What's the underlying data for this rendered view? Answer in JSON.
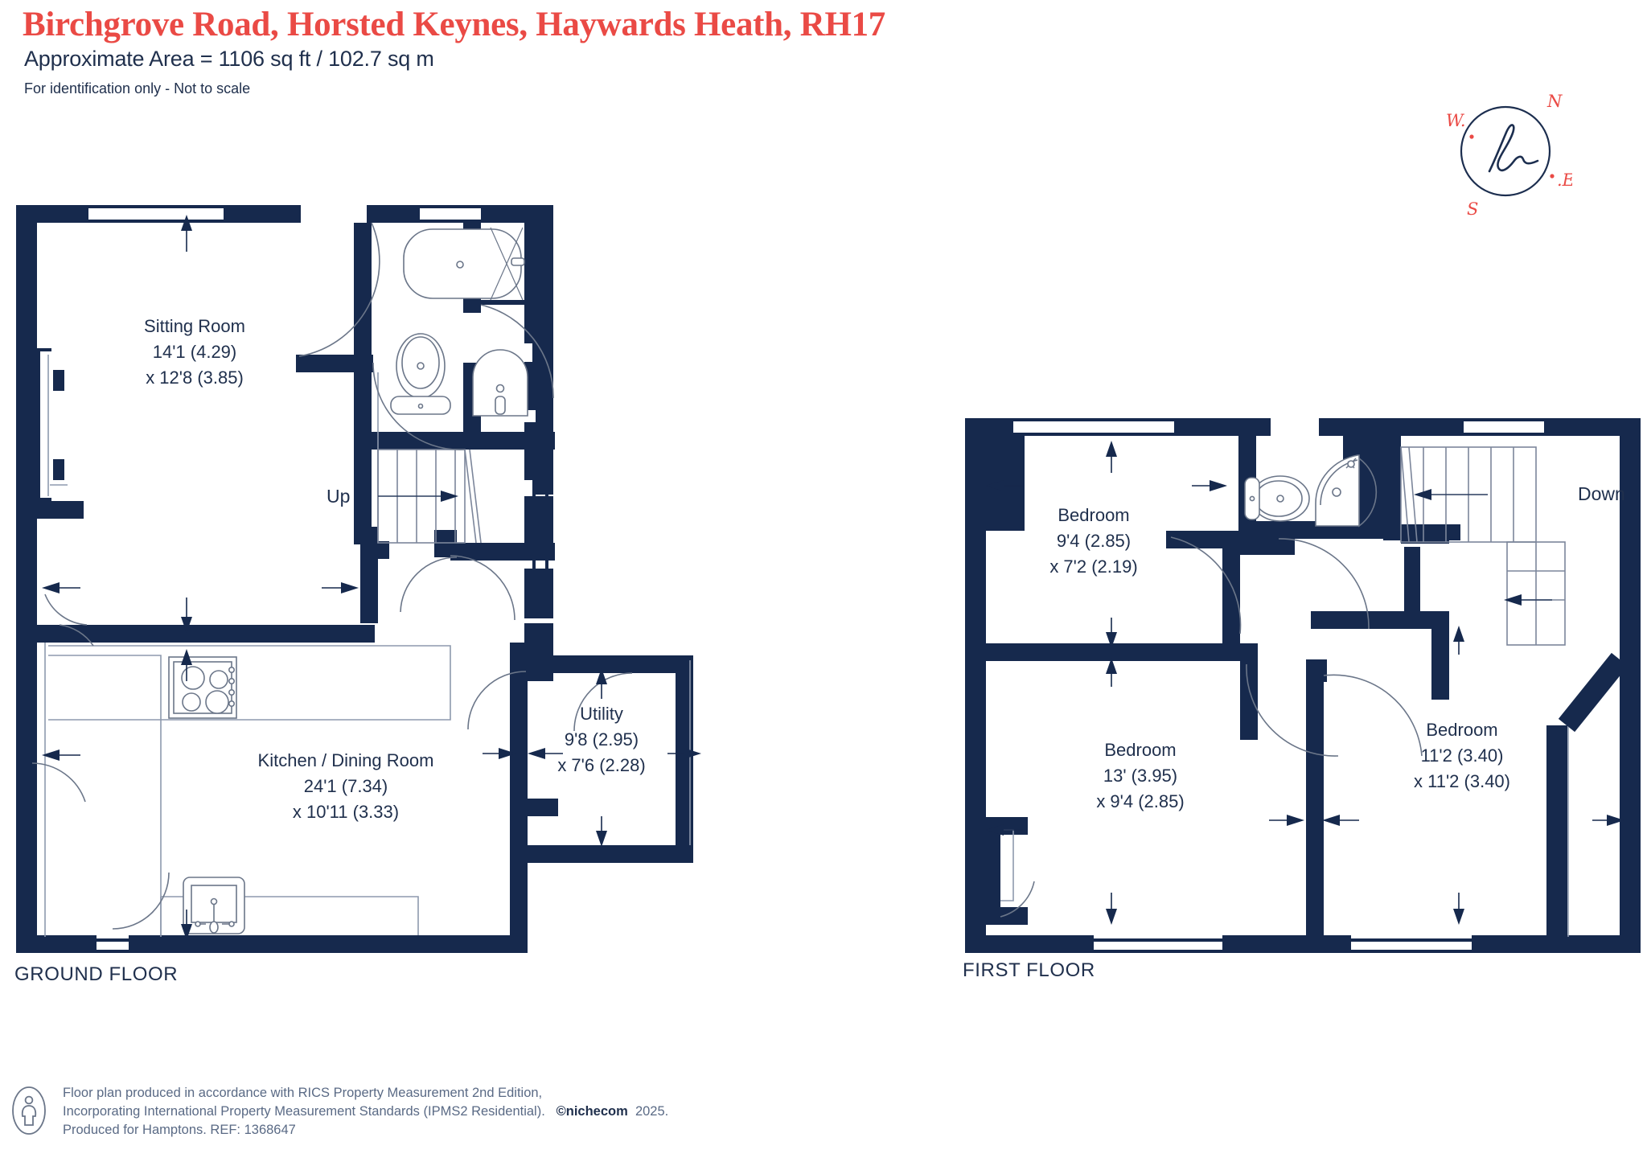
{
  "header": {
    "title": "Birchgrove Road, Horsted Keynes, Haywards Heath, RH17",
    "area": "Approximate Area = 1106 sq ft / 102.7 sq m",
    "disclaimer": "For identification only - Not to scale",
    "title_color": "#ea4a45",
    "ink_color": "#1c2e4f"
  },
  "compass": {
    "north": "N",
    "east": ".E",
    "south": "S",
    "west": "W.",
    "logo": "h"
  },
  "floors": [
    {
      "id": "ground",
      "label": "GROUND FLOOR",
      "rooms": [
        {
          "name": "Sitting Room",
          "dim1": "14'1 (4.29)",
          "dim2": "x 12'8 (3.85)"
        },
        {
          "name": "Kitchen / Dining Room",
          "dim1": "24'1 (7.34)",
          "dim2": "x 10'11 (3.33)"
        },
        {
          "name": "Utility",
          "dim1": "9'8 (2.95)",
          "dim2": "x 7'6 (2.28)"
        }
      ],
      "stair_label": "Up",
      "fixtures": [
        "bath",
        "wc",
        "basin",
        "hob",
        "sink"
      ]
    },
    {
      "id": "first",
      "label": "FIRST FLOOR",
      "rooms": [
        {
          "name": "Bedroom",
          "dim1": "9'4 (2.85)",
          "dim2": "x 7'2 (2.19)"
        },
        {
          "name": "Bedroom",
          "dim1": "13' (3.95)",
          "dim2": "x 9'4 (2.85)"
        },
        {
          "name": "Bedroom",
          "dim1": "11'2 (3.40)",
          "dim2": "x 11'2 (3.40)"
        }
      ],
      "stair_label": "Down",
      "fixtures": [
        "wc",
        "basin"
      ]
    }
  ],
  "footer": {
    "line1": "Floor plan produced in accordance with RICS Property Measurement 2nd Edition,",
    "line2a": "Incorporating International Property Measurement Standards (IPMS2 Residential).",
    "brand": "©nichecom",
    "year": "2025.",
    "line3": "Produced for Hamptons.   REF: 1368647"
  }
}
